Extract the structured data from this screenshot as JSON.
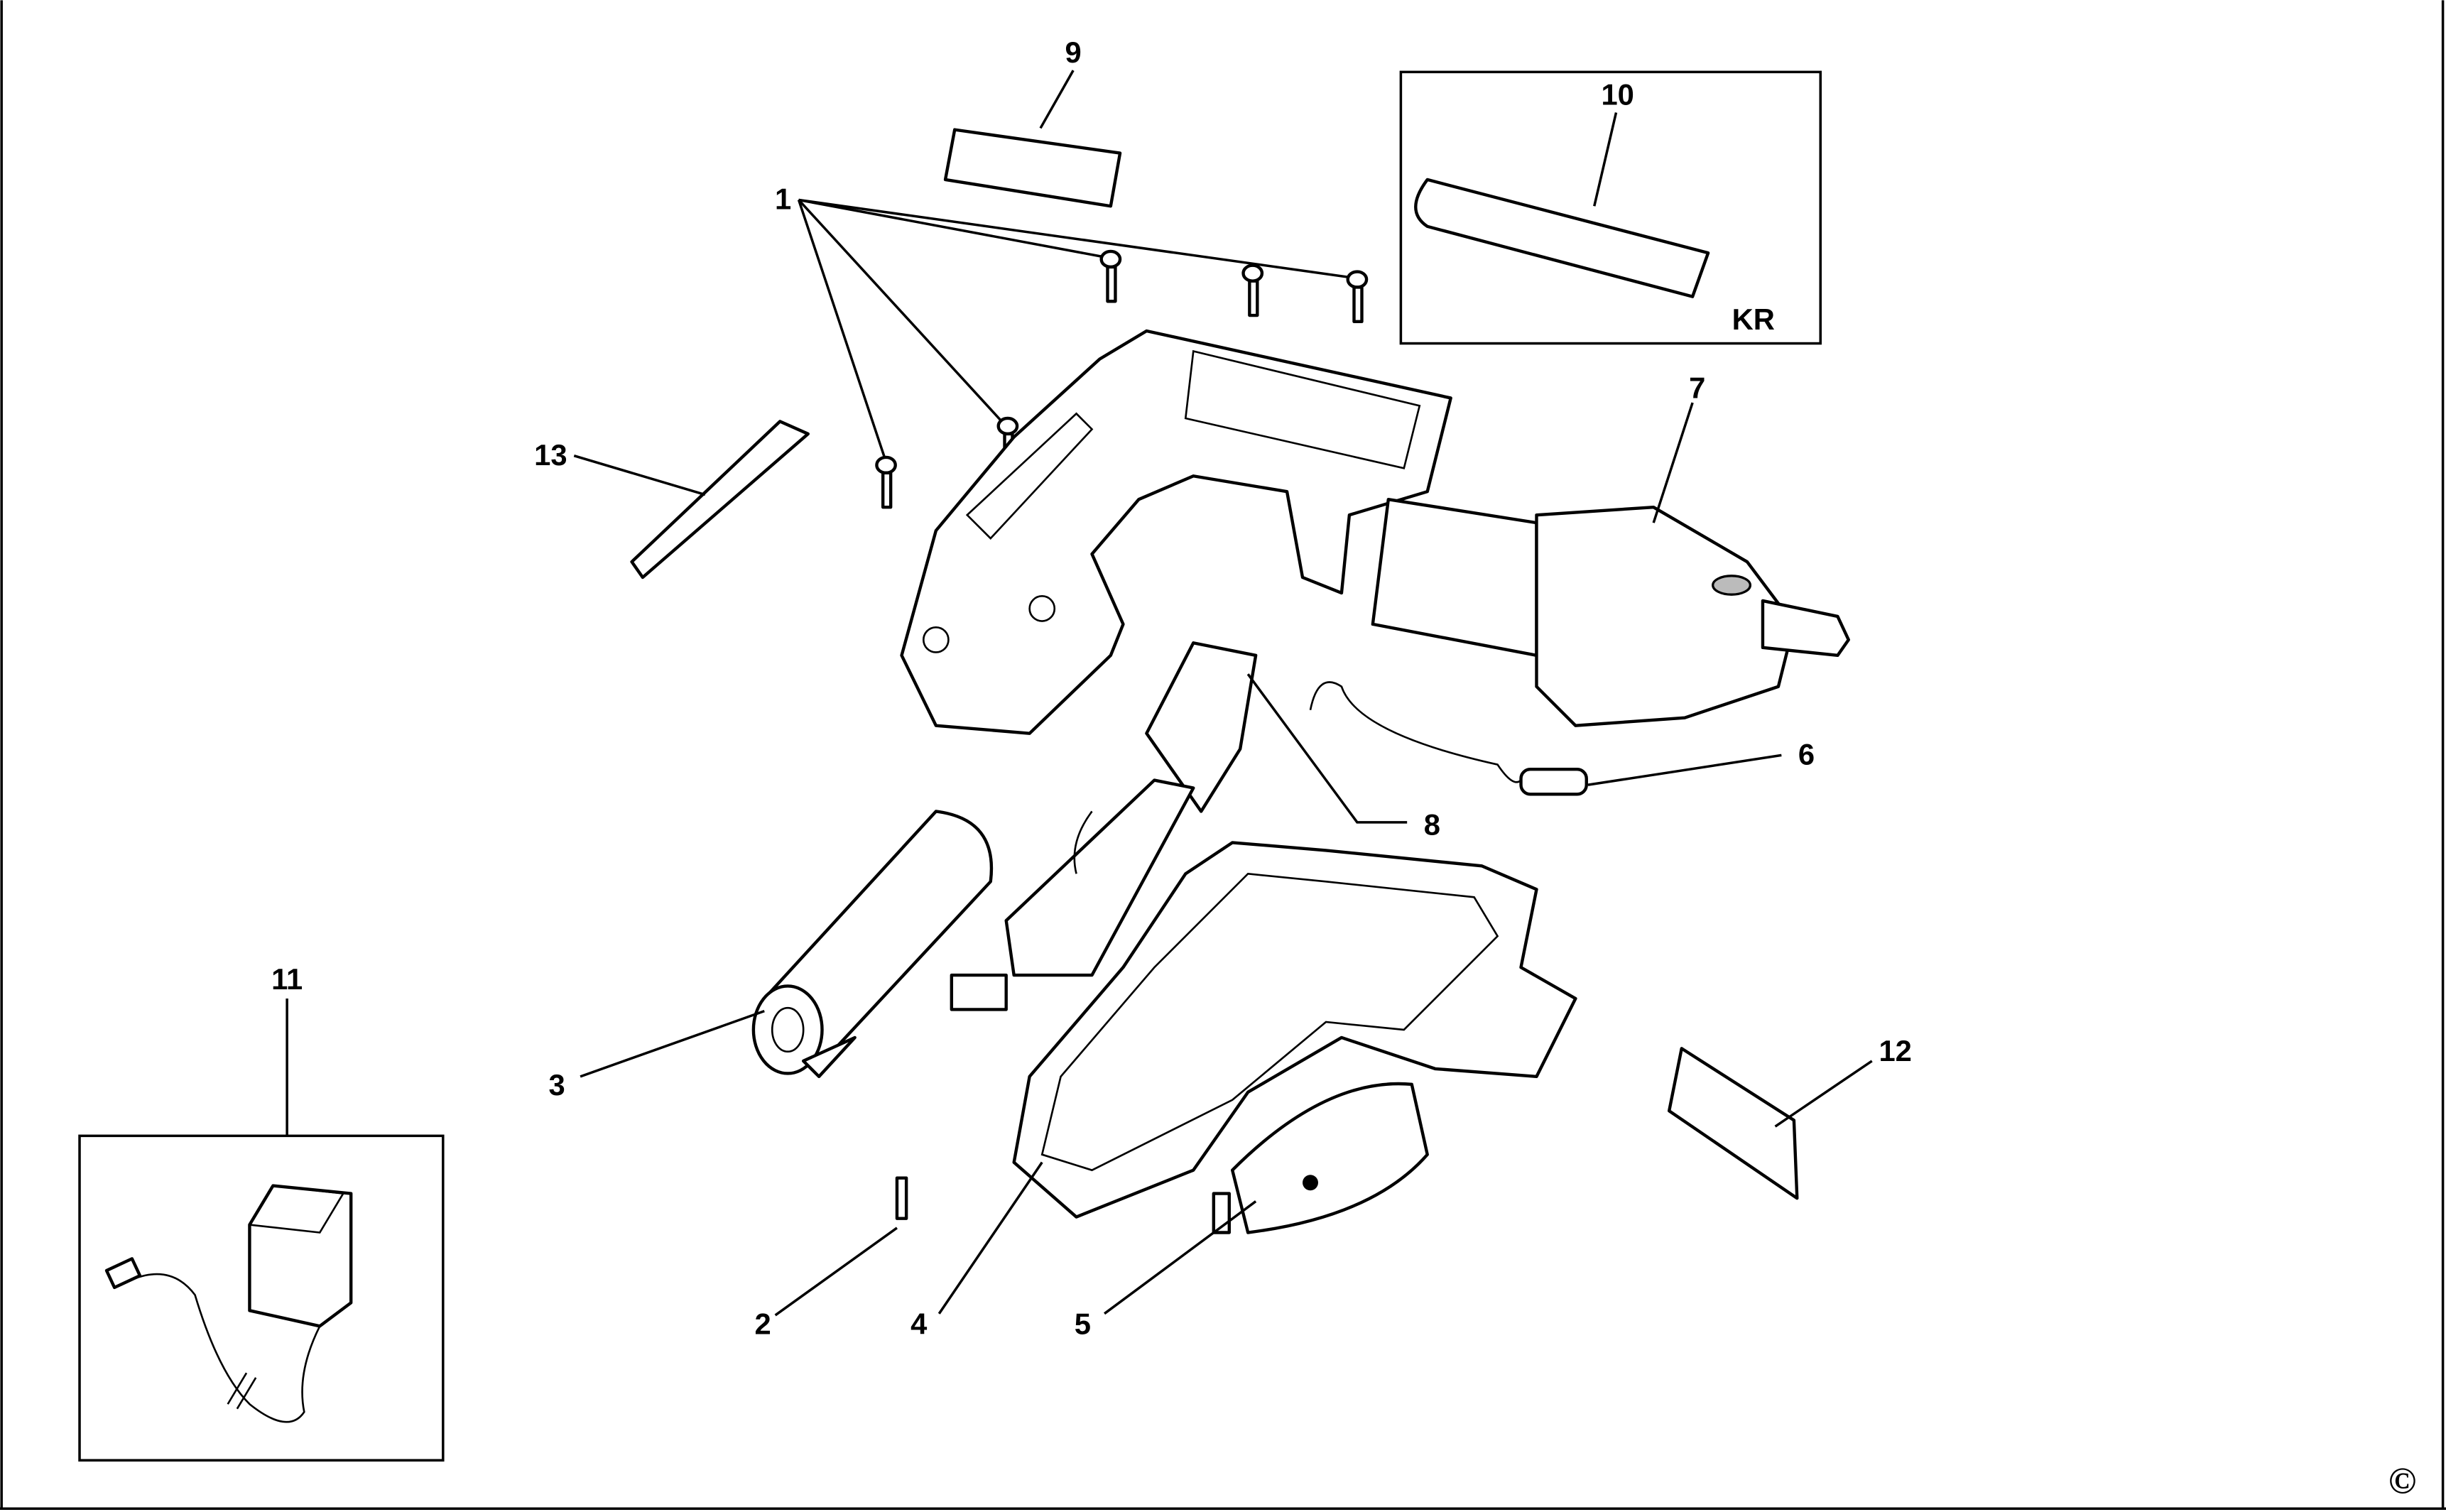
{
  "callouts": {
    "p1": "1",
    "p2": "2",
    "p3": "3",
    "p4": "4",
    "p5": "5",
    "p6": "6",
    "p7": "7",
    "p8": "8",
    "p9": "9",
    "p10": "10",
    "p11": "11",
    "p12": "12",
    "p13": "13"
  },
  "kr_label": "KR",
  "copyright": "©"
}
